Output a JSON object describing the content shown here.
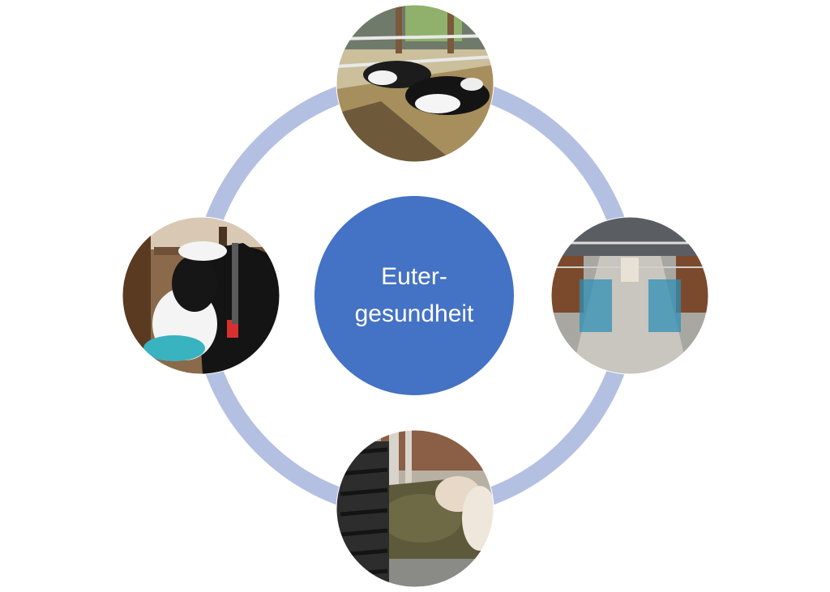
{
  "center": {
    "line1": "Euter-",
    "line2": "gesundheit"
  },
  "colors": {
    "ring": "#b4c0e2",
    "center_fill": "#4472c4",
    "center_text": "#ffffff"
  },
  "nodes": [
    {
      "name": "photo-cows-lying-in-stalls"
    },
    {
      "name": "photo-milking-parlor"
    },
    {
      "name": "photo-cows-feeding-tractor"
    },
    {
      "name": "photo-cow-drinking-water"
    }
  ]
}
